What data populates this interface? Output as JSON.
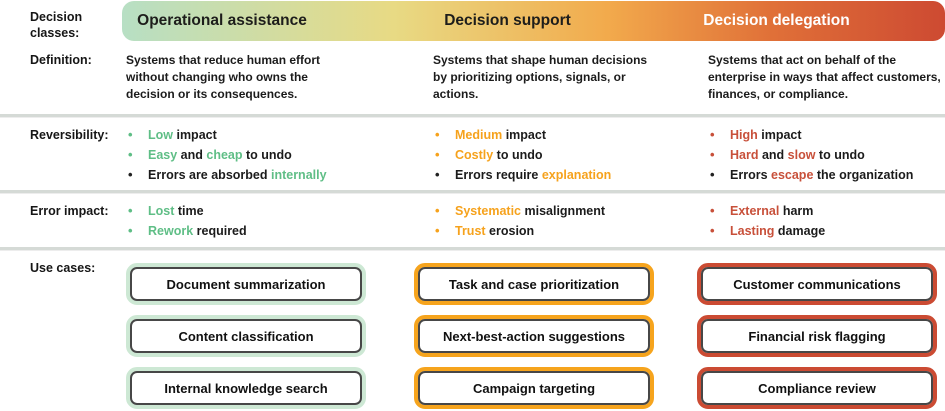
{
  "palette": {
    "header_gradient": [
      "#B7DFC4 0%",
      "#E8DA84 33%",
      "#F2AA4C 59%",
      "#E07038 79%",
      "#CD4A32 100%"
    ],
    "green_accent": "#5FBE86",
    "orange_accent": "#F6A21C",
    "red_accent": "#C8503A"
  },
  "row_labels": {
    "classes": "Decision classes:",
    "definition": "Definition:",
    "reversibility": "Reversibility:",
    "error_impact": "Error impact:",
    "use_cases": "Use cases:"
  },
  "columns": [
    {
      "id": "operational-assistance",
      "header": "Operational assistance",
      "header_text": "#1d1d1b",
      "accent": "#5FBE86",
      "box_border": "#CDE8D4",
      "definition": "Systems that reduce human effort without changing who owns the decision or its consequences.",
      "reversibility": [
        {
          "bullet_colored": true,
          "segments": [
            {
              "t": "Low",
              "hl": true
            },
            {
              "t": " impact",
              "hl": false
            }
          ]
        },
        {
          "bullet_colored": true,
          "segments": [
            {
              "t": "Easy",
              "hl": true
            },
            {
              "t": " and ",
              "hl": false
            },
            {
              "t": "cheap",
              "hl": true
            },
            {
              "t": " to undo",
              "hl": false
            }
          ]
        },
        {
          "bullet_colored": false,
          "segments": [
            {
              "t": "Errors are absorbed ",
              "hl": false
            },
            {
              "t": "internally",
              "hl": true
            }
          ]
        }
      ],
      "error_impact": [
        {
          "bullet_colored": true,
          "segments": [
            {
              "t": "Lost",
              "hl": true
            },
            {
              "t": " time",
              "hl": false
            }
          ]
        },
        {
          "bullet_colored": true,
          "segments": [
            {
              "t": "Rework",
              "hl": true
            },
            {
              "t": " required",
              "hl": false
            }
          ]
        }
      ],
      "use_cases": [
        "Document summarization",
        "Content classification",
        "Internal knowledge search"
      ]
    },
    {
      "id": "decision-support",
      "header": "Decision support",
      "header_text": "#1d1d1b",
      "accent": "#F6A21C",
      "box_border": "#F6A41D",
      "definition": "Systems that shape human decisions by prioritizing options, signals, or actions.",
      "reversibility": [
        {
          "bullet_colored": true,
          "segments": [
            {
              "t": "Medium",
              "hl": true
            },
            {
              "t": " impact",
              "hl": false
            }
          ]
        },
        {
          "bullet_colored": true,
          "segments": [
            {
              "t": "Costly",
              "hl": true
            },
            {
              "t": " to undo",
              "hl": false
            }
          ]
        },
        {
          "bullet_colored": false,
          "segments": [
            {
              "t": "Errors require ",
              "hl": false
            },
            {
              "t": "explanation",
              "hl": true
            }
          ]
        }
      ],
      "error_impact": [
        {
          "bullet_colored": true,
          "segments": [
            {
              "t": "Systematic",
              "hl": true
            },
            {
              "t": " misalignment",
              "hl": false
            }
          ]
        },
        {
          "bullet_colored": true,
          "segments": [
            {
              "t": "Trust",
              "hl": true
            },
            {
              "t": " erosion",
              "hl": false
            }
          ]
        }
      ],
      "use_cases": [
        "Task and case prioritization",
        "Next-best-action suggestions",
        "Campaign targeting"
      ]
    },
    {
      "id": "decision-delegation",
      "header": "Decision delegation",
      "header_text": "#ffffff",
      "accent": "#C8503A",
      "box_border": "#CB4B33",
      "definition": "Systems that act on behalf of the enterprise in ways that affect customers, finances, or compliance.",
      "reversibility": [
        {
          "bullet_colored": true,
          "segments": [
            {
              "t": "High",
              "hl": true
            },
            {
              "t": " impact",
              "hl": false
            }
          ]
        },
        {
          "bullet_colored": true,
          "segments": [
            {
              "t": "Hard",
              "hl": true
            },
            {
              "t": " and ",
              "hl": false
            },
            {
              "t": "slow",
              "hl": true
            },
            {
              "t": " to undo",
              "hl": false
            }
          ]
        },
        {
          "bullet_colored": false,
          "segments": [
            {
              "t": "Errors ",
              "hl": false
            },
            {
              "t": "escape",
              "hl": true
            },
            {
              "t": " the organization",
              "hl": false
            }
          ]
        }
      ],
      "error_impact": [
        {
          "bullet_colored": true,
          "segments": [
            {
              "t": "External",
              "hl": true
            },
            {
              "t": " harm",
              "hl": false
            }
          ]
        },
        {
          "bullet_colored": true,
          "segments": [
            {
              "t": "Lasting",
              "hl": true
            },
            {
              "t": " damage",
              "hl": false
            }
          ]
        }
      ],
      "use_cases": [
        "Customer communications",
        "Financial risk flagging",
        "Compliance review"
      ]
    }
  ]
}
